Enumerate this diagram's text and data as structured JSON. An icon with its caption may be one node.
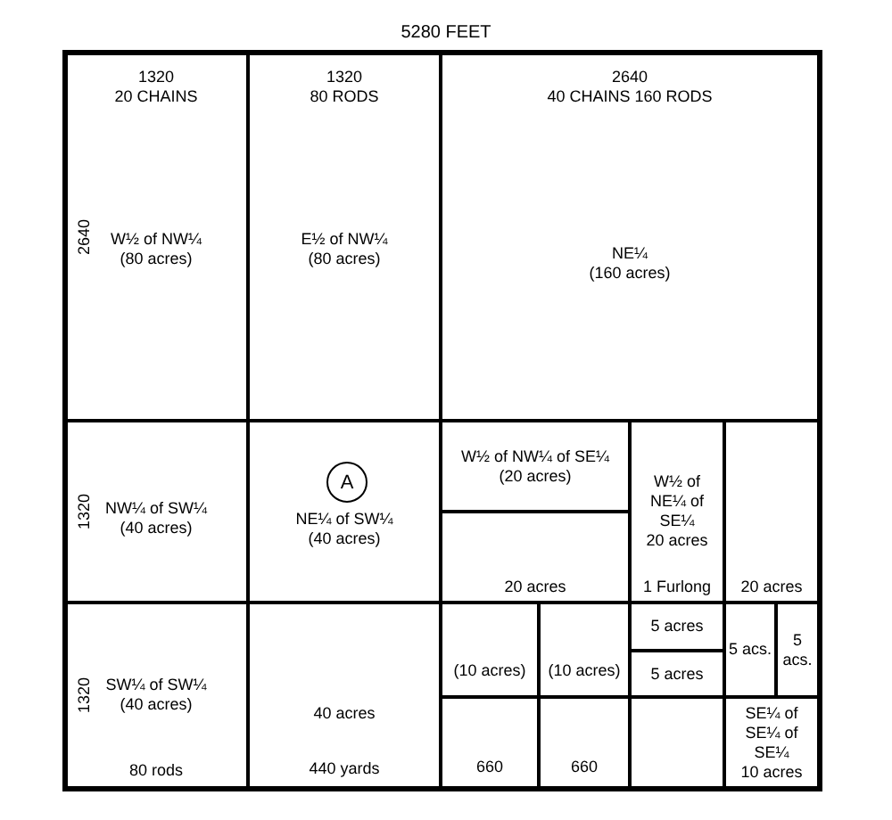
{
  "diagram": {
    "nodes": [
      {
        "text": [
          "1320",
          "20 CHAINS",
          "2640",
          "W½ of NW¼",
          "(80 acres)"
        ]
      },
      {
        "text": [
          "1320",
          "80 RODS",
          "E½ of NW¼",
          "(80 acres)"
        ]
      },
      {
        "text": [
          "2640",
          "40 CHAINS 160 RODS",
          "NE¼",
          "(160 acres)"
        ]
      },
      {
        "text": [
          "1320",
          "NW¼ of SW¼",
          "(40 acres)"
        ]
      },
      {
        "text": [
          "NE¼ of SW¼",
          "(40 acres)"
        ]
      },
      {
        "text": [
          "A"
        ],
        "in": 4
      },
      {
        "text": [
          "W½ of NW¼ of SE¼",
          "(20 acres)"
        ]
      },
      {
        "text": [
          "W½ of NE¼ of SE¼",
          "20 acres",
          "1 Furlong"
        ]
      },
      {
        "text": [
          "20 acres"
        ]
      },
      {
        "text": [
          "20 acres"
        ]
      },
      {
        "text": [
          "1320",
          "SW¼ of SW¼",
          "(40 acres)",
          "80 rods"
        ]
      },
      {
        "text": [
          "40 acres",
          "440 yards"
        ]
      },
      {
        "text": [
          "(10 acres)"
        ]
      },
      {
        "text": [
          "(10 acres)"
        ]
      },
      {
        "text": [
          "5 acres"
        ]
      },
      {
        "text": [
          "5 acs."
        ]
      },
      {
        "text": [
          "5 acs."
        ]
      },
      {
        "text": [
          "5 acres"
        ]
      },
      {
        "text": [
          "660"
        ]
      },
      {
        "text": [
          "660"
        ]
      },
      {
        "text": [],
        "shape": "box"
      },
      {
        "text": [
          "SE¼ of SE¼ of SE¼",
          "10 acres"
        ]
      }
    ],
    "labels": [
      "5280 FEET"
    ]
  }
}
